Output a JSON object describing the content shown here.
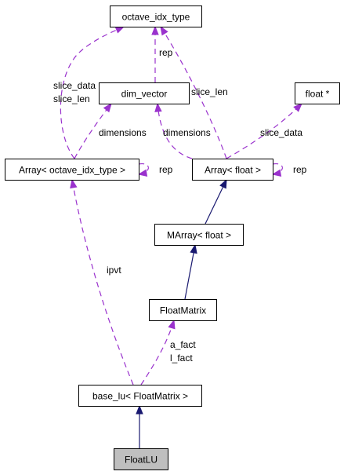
{
  "diagram": {
    "type": "collaboration-graph",
    "nodes": [
      {
        "id": "octave_idx_type",
        "label": "octave_idx_type",
        "highlighted": false
      },
      {
        "id": "dim_vector",
        "label": "dim_vector",
        "highlighted": false
      },
      {
        "id": "float_ptr",
        "label": "float *",
        "highlighted": false
      },
      {
        "id": "array_oit",
        "label": "Array< octave_idx_type >",
        "highlighted": false
      },
      {
        "id": "array_float",
        "label": "Array< float >",
        "highlighted": false
      },
      {
        "id": "marray_float",
        "label": "MArray< float >",
        "highlighted": false
      },
      {
        "id": "floatmatrix",
        "label": "FloatMatrix",
        "highlighted": false
      },
      {
        "id": "base_lu",
        "label": "base_lu< FloatMatrix >",
        "highlighted": false
      },
      {
        "id": "floatlu",
        "label": "FloatLU",
        "highlighted": true
      }
    ],
    "edges": [
      {
        "from": "dim_vector",
        "to": "octave_idx_type",
        "style": "dashed",
        "labels": [
          "rep"
        ]
      },
      {
        "from": "array_oit",
        "to": "octave_idx_type",
        "style": "dashed",
        "labels": [
          "slice_data",
          "slice_len"
        ]
      },
      {
        "from": "array_float",
        "to": "octave_idx_type",
        "style": "dashed",
        "labels": [
          "slice_len"
        ]
      },
      {
        "from": "array_oit",
        "to": "dim_vector",
        "style": "dashed",
        "labels": [
          "dimensions"
        ]
      },
      {
        "from": "array_float",
        "to": "dim_vector",
        "style": "dashed",
        "labels": [
          "dimensions"
        ]
      },
      {
        "from": "array_float",
        "to": "float_ptr",
        "style": "dashed",
        "labels": [
          "slice_data"
        ]
      },
      {
        "from": "array_oit",
        "to": "array_oit",
        "style": "dashed",
        "labels": [
          "rep"
        ]
      },
      {
        "from": "array_float",
        "to": "array_float",
        "style": "dashed",
        "labels": [
          "rep"
        ]
      },
      {
        "from": "marray_float",
        "to": "array_float",
        "style": "solid",
        "labels": []
      },
      {
        "from": "floatmatrix",
        "to": "marray_float",
        "style": "solid",
        "labels": []
      },
      {
        "from": "base_lu",
        "to": "floatmatrix",
        "style": "dashed",
        "labels": [
          "a_fact",
          "l_fact"
        ]
      },
      {
        "from": "base_lu",
        "to": "array_oit",
        "style": "dashed",
        "labels": [
          "ipvt"
        ]
      },
      {
        "from": "floatlu",
        "to": "base_lu",
        "style": "solid",
        "labels": []
      }
    ]
  },
  "colors": {
    "inheritance_edge": "#191970",
    "member_edge": "#9a32cd",
    "highlight_fill": "#bfbfbf",
    "node_fill": "#ffffff",
    "node_border": "#000000"
  }
}
